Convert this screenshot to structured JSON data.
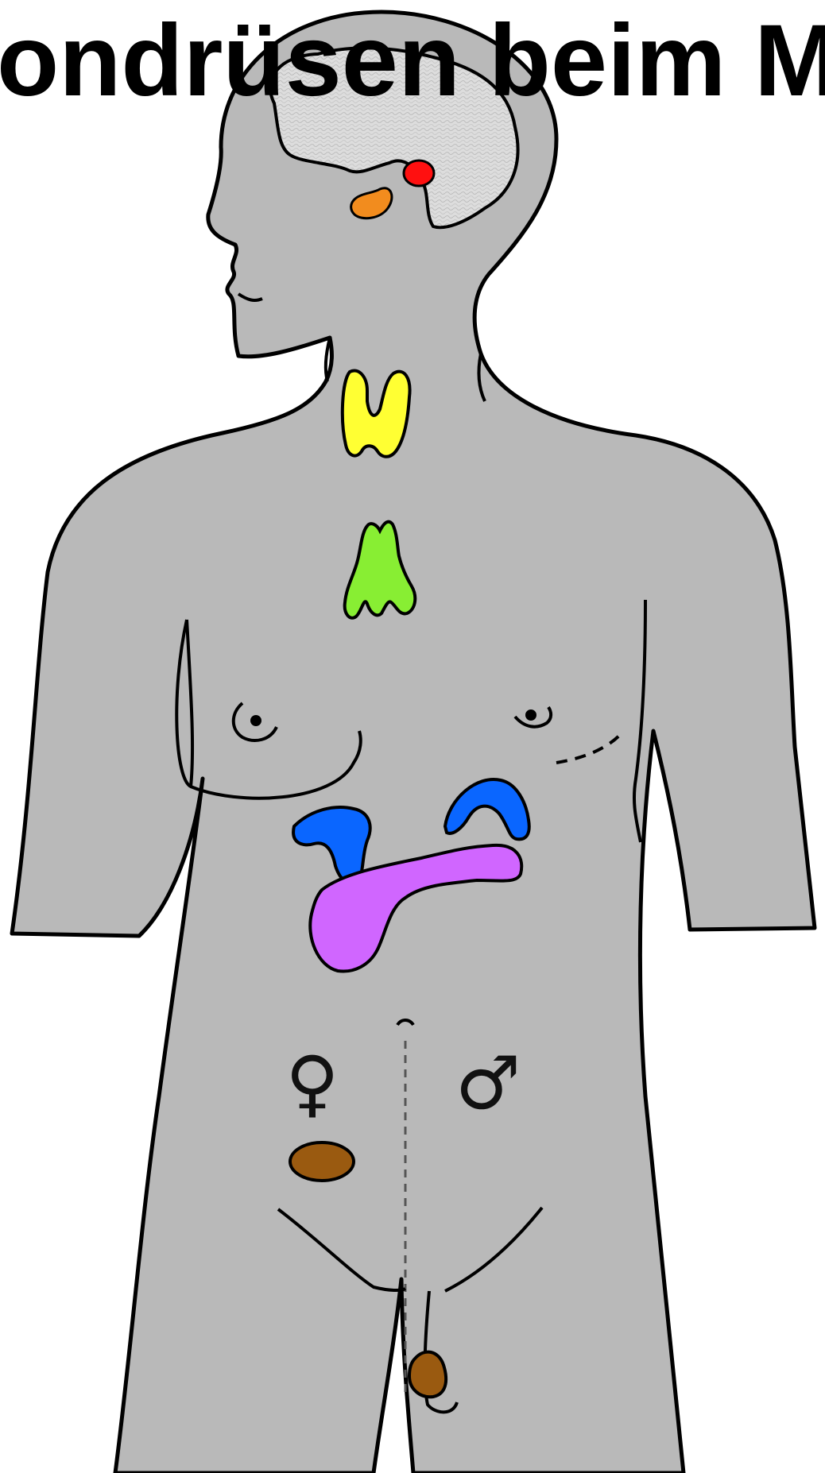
{
  "diagram": {
    "title": "ondrüsen beim M",
    "female_symbol": "♀",
    "male_symbol": "♂"
  },
  "colors": {
    "background": "#ffffff",
    "body": "#b9b9b9",
    "outline": "#000000",
    "brain": "#dddddd",
    "pineal_gland": "#ff1010",
    "pituitary_gland": "#f28c1e",
    "thyroid": "#ffff33",
    "thymus": "#88ee33",
    "adrenal_glands": "#0a66ff",
    "pancreas": "#d066ff",
    "ovary": "#9a5a10",
    "testis": "#9a5a10"
  },
  "icons": {
    "female": "venus-symbol",
    "male": "mars-symbol"
  }
}
